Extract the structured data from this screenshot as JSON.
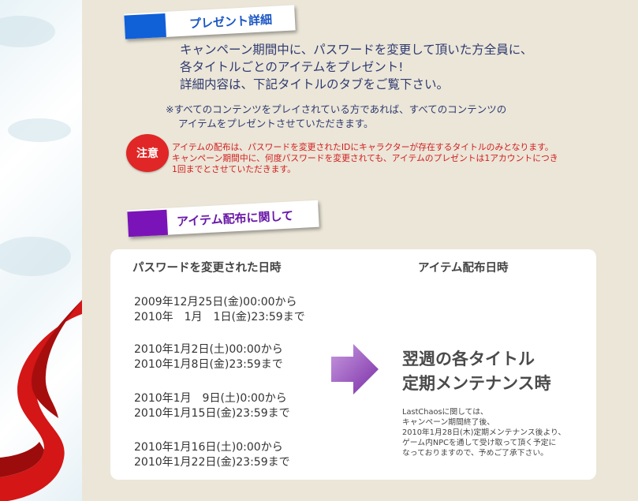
{
  "sections": {
    "present_details": {
      "heading": "プレゼント詳細"
    },
    "item_distribution": {
      "heading": "アイテム配布に関して"
    }
  },
  "intro": {
    "lines": [
      "キャンペーン期間中に、パスワードを変更して頂いた方全員に、",
      "各タイトルごとのアイテムをプレゼント!",
      "詳細内容は、下記タイトルのタブをご覧下さい。"
    ]
  },
  "note": {
    "lines": [
      "※すべてのコンテンツをプレイされている方であれば、すべてのコンテンツの",
      "アイテムをプレゼントさせていただきます。"
    ]
  },
  "caution": {
    "badge": "注意",
    "lines": [
      "アイテムの配布は、パスワードを変更されたIDにキャラクターが存在するタイトルのみとなります。",
      "キャンペーン期間中に、何度パスワードを変更されても、アイテムのプレゼントは1アカウントにつき",
      "1回までとさせていただきます。"
    ]
  },
  "table": {
    "header_left": "パスワードを変更された日時",
    "header_right": "アイテム配布日時",
    "periods": [
      {
        "start": "2009年12月25日(金)00:00から",
        "end": "2010年　1月　1日(金)23:59まで"
      },
      {
        "start": "2010年1月2日(土)00:00から",
        "end": "2010年1月8日(金)23:59まで"
      },
      {
        "start": "2010年1月　9日(土)0:00から",
        "end": "2010年1月15日(金)23:59まで"
      },
      {
        "start": "2010年1月16日(土)0:00から",
        "end": "2010年1月22日(金)23:59まで"
      }
    ],
    "result_lines": [
      "翌週の各タイトル",
      "定期メンテナンス時"
    ],
    "footnote_lines": [
      "LastChaosに関しては、",
      "キャンペーン期間終了後、",
      "2010年1月28日(木)定期メンテナンス後より、",
      "ゲーム内NPCを通して受け取って頂く予定に",
      "なっておりますので、予めご了承下さい。"
    ]
  },
  "colors": {
    "panel": "#ebe6d8",
    "blue_tag": "#1060d8",
    "purple_tag": "#7a14b8",
    "caution_red": "#e02626",
    "arrow_purple": "#9a4bbf"
  }
}
